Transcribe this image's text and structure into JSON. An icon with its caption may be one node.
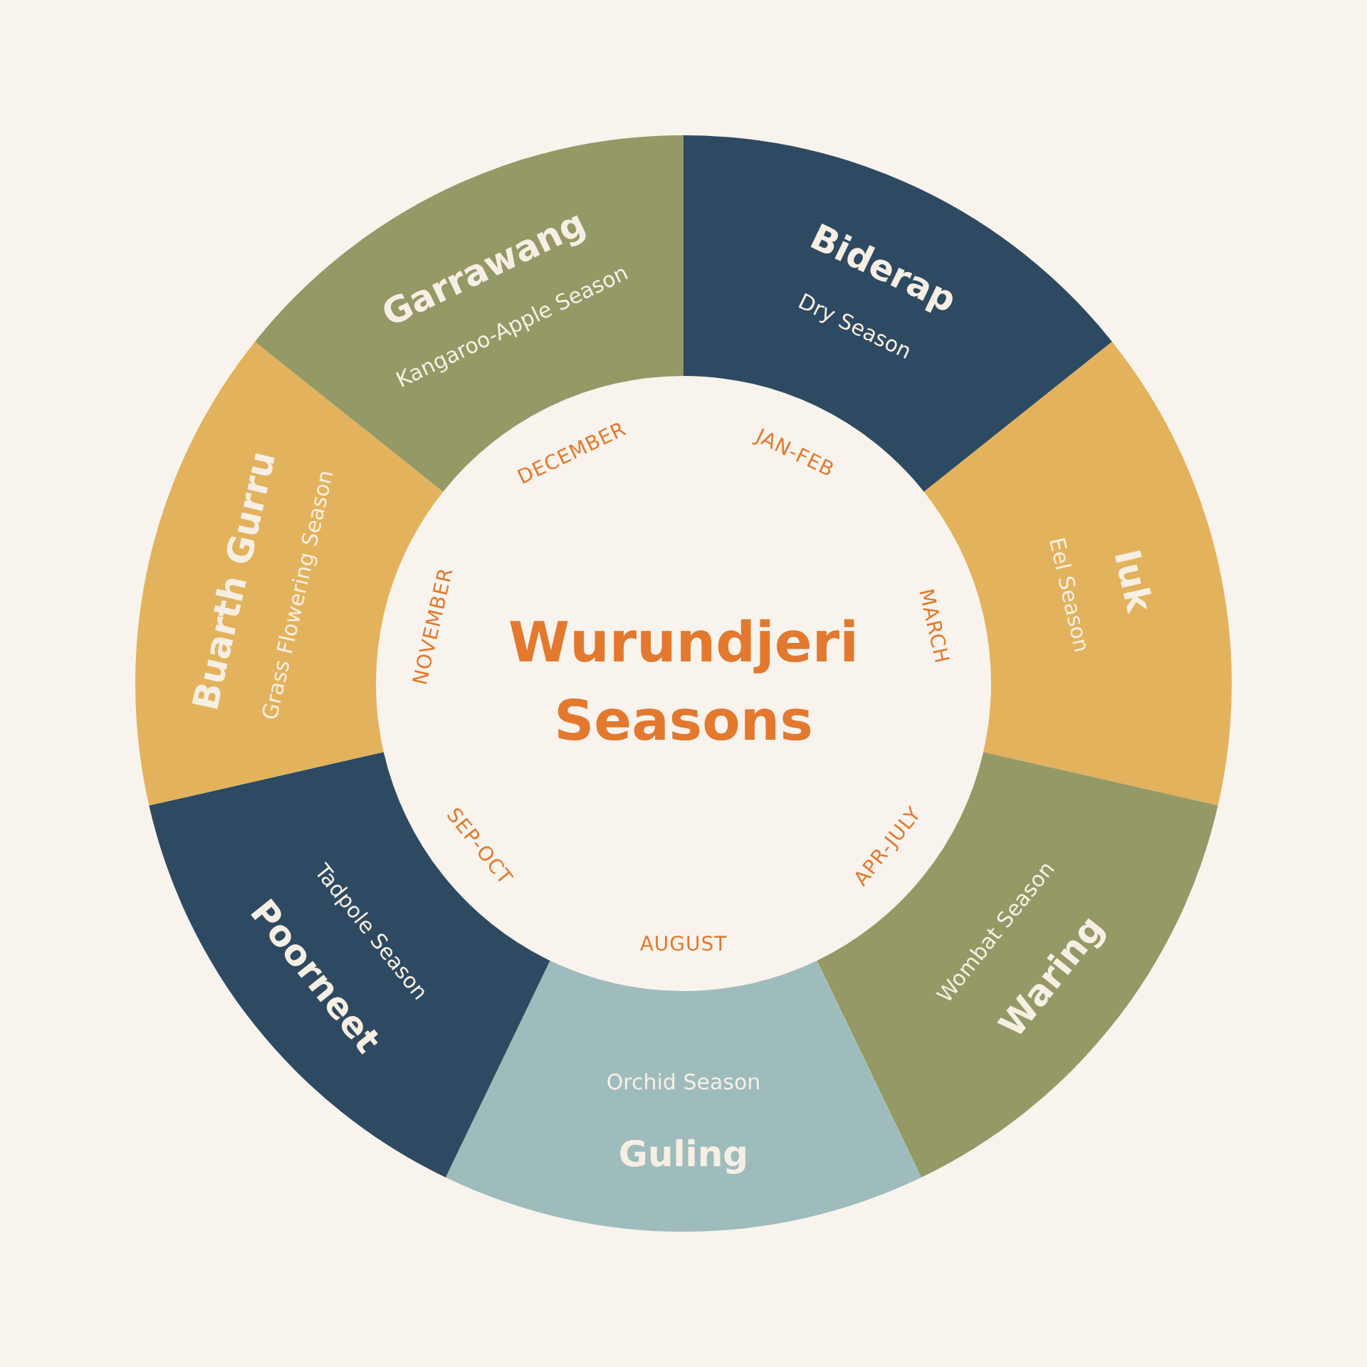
{
  "diagram": {
    "title": "Wurundjeri Seasons",
    "nodes": [
      {
        "text": [
          "Biderap",
          "Dry Season"
        ],
        "beside": [
          "JAN-FEB"
        ]
      },
      {
        "text": [
          "Iuk",
          "Eel Season"
        ],
        "beside": [
          "MARCH"
        ]
      },
      {
        "text": [
          "Wombat Season",
          "Waring"
        ],
        "beside": [
          "APR-JULY"
        ]
      },
      {
        "text": [
          "Orchid Season",
          "Guling"
        ],
        "beside": [
          "AUGUST"
        ]
      },
      {
        "text": [
          "Tadpole Season",
          "Poorneet"
        ],
        "beside": [
          "SEP-OCT"
        ]
      },
      {
        "text": [
          "Buarth Gurru",
          "Grass Flowering Season"
        ],
        "beside": [
          "NOVEMBER"
        ]
      },
      {
        "text": [
          "Garrawang",
          "Kangaroo-Apple Season"
        ],
        "beside": [
          "DECEMBER"
        ]
      }
    ]
  }
}
